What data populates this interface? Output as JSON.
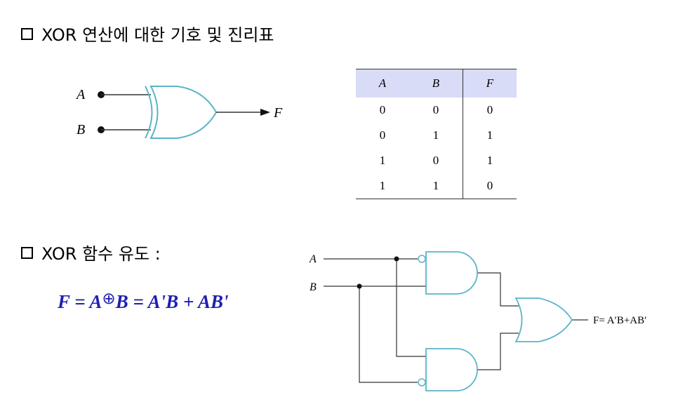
{
  "headings": [
    {
      "bullet": "box-icon",
      "text": "XOR 연산에 대한 기호 및 진리표"
    },
    {
      "bullet": "box-icon",
      "text": "XOR 함수 유도 :"
    }
  ],
  "symbol": {
    "input_a": "A",
    "input_b": "B",
    "output": "F"
  },
  "truth_table": {
    "headers": [
      "A",
      "B",
      "F"
    ],
    "rows": [
      [
        "0",
        "0",
        "0"
      ],
      [
        "0",
        "1",
        "1"
      ],
      [
        "1",
        "0",
        "1"
      ],
      [
        "1",
        "1",
        "0"
      ]
    ],
    "header_color": "#d9dcf7"
  },
  "formula": {
    "left": "F = A",
    "op": "⊕",
    "right": "B = A'B + AB'",
    "color": "#1f1fb0"
  },
  "circuit": {
    "input_a": "A",
    "input_b": "B",
    "output_label": "F= A′B+AB′",
    "gate_color": "#5ab4c8"
  }
}
